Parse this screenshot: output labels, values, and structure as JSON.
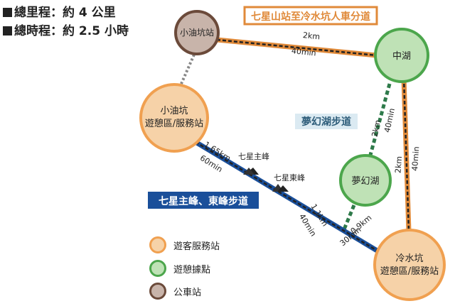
{
  "summary": {
    "distance": "總里程：約 4 公里",
    "time": "總時程：約 2.5 小時"
  },
  "colors": {
    "visitor_center": "#f0a050",
    "visitor_center_fill": "#f6d2a8",
    "rest_point": "#4ca64c",
    "rest_point_fill": "#bfe2b6",
    "bus_stop": "#6b4a3a",
    "bus_stop_fill": "#c8b4aa",
    "route_orange": "#e08a3a",
    "route_blue": "#1a4f9a",
    "route_green": "#2e7a4a"
  },
  "nodes": {
    "xiaoyoukeng_bus": "小油坑站",
    "zhonghu": "中湖",
    "xiaoyoukeng_center_1": "小油坑",
    "xiaoyoukeng_center_2": "遊憩區/服務站",
    "menghuanhu": "夢幻湖",
    "lengshuikeng_1": "冷水坑",
    "lengshuikeng_2": "遊憩區/服務站"
  },
  "peaks": {
    "main_peak": "七星主峰",
    "east_peak": "七星東峰"
  },
  "trails": {
    "orange_trail": "七星山站至冷水坑人車分道",
    "blue_trail": "七星主峰、東峰步道",
    "green_trail": "夢幻湖步道"
  },
  "segments": {
    "bus_to_zhonghu": {
      "distance": "2km",
      "time": "40min"
    },
    "xiaoyoukeng_to_peak": {
      "distance": "1.65km",
      "time": "60min"
    },
    "peak_to_lengshuikeng": {
      "distance": "1.1km",
      "time": "40min"
    },
    "menghuanhu_to_lengshuikeng": {
      "distance": "0.9km",
      "time": "30min"
    },
    "zhonghu_to_menghuanhu": {
      "distance": "2km",
      "time": "40min"
    },
    "zhonghu_to_lengshuikeng": {
      "distance": "2km",
      "time": "40min"
    }
  },
  "legend": {
    "visitor_center": "遊客服務站",
    "rest_point": "遊憩據點",
    "bus_stop": "公車站"
  }
}
